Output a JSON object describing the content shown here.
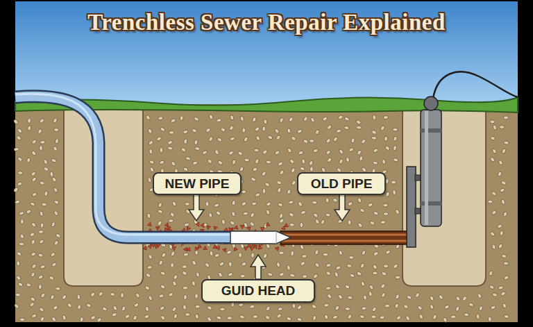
{
  "diagram": {
    "title": "Trenchless Sewer Repair Explained",
    "nodes": [
      {
        "text": [
          "NEW PIPE"
        ]
      },
      {
        "text": [
          "OLD PIPE"
        ]
      },
      {
        "text": [
          "GUID HEAD"
        ]
      }
    ]
  }
}
